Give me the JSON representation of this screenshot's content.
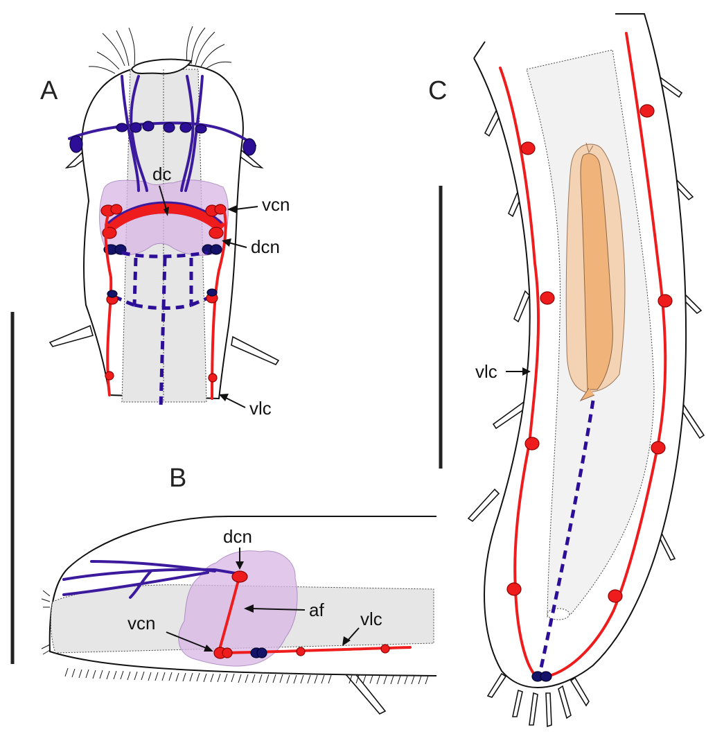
{
  "panels": {
    "a": {
      "label": "A"
    },
    "b": {
      "label": "B"
    },
    "c": {
      "label": "C"
    }
  },
  "annotations": {
    "a_dc": "dc",
    "a_vcn": "vcn",
    "a_dcn": "dcn",
    "a_vlc": "vlc",
    "b_dcn": "dcn",
    "b_af": "af",
    "b_vcn": "vcn",
    "b_vlc": "vlc",
    "c_vlc": "vlc"
  },
  "colors": {
    "longitudinal_cord": "#ee1c1c",
    "commissural_nerves": "#3b1a9e",
    "ganglia_dark": "#15126a",
    "accessory_field": "#d9b8e6",
    "jaw": "#f3d3b3",
    "gut": "#e6e6e6"
  }
}
